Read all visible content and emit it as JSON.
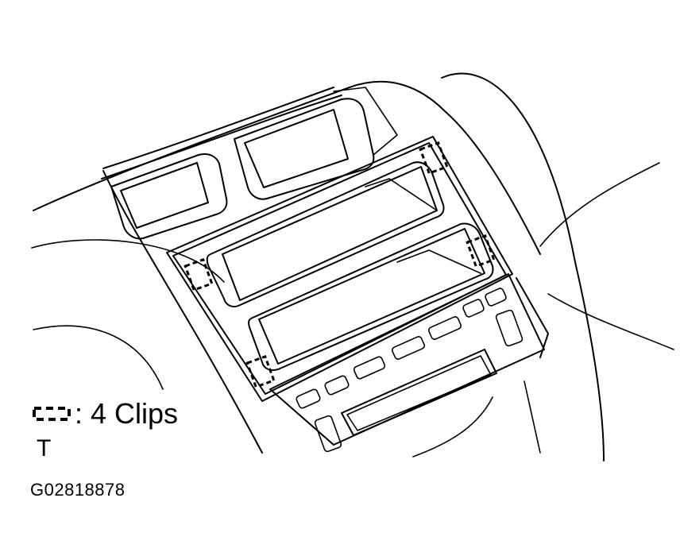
{
  "legend": {
    "symbol_icon": "dashed-bracket-icon",
    "label": ": 4 Clips"
  },
  "tool_mark": "T",
  "figure_code": "G02818878"
}
